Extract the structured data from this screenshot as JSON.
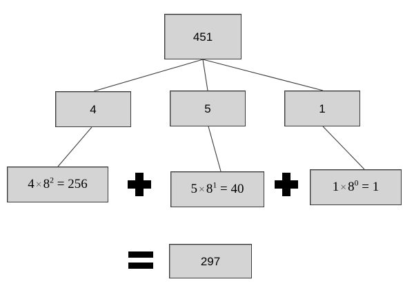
{
  "diagram": {
    "type": "tree",
    "topic": "octal-to-decimal-expansion",
    "root": {
      "value": "451"
    },
    "digits": [
      {
        "value": "4"
      },
      {
        "value": "5"
      },
      {
        "value": "1"
      }
    ],
    "terms": [
      {
        "coefficient": "4",
        "times": "×",
        "base": "8",
        "exponent": "2",
        "equals": "=",
        "product": "256"
      },
      {
        "coefficient": "5",
        "times": "×",
        "base": "8",
        "exponent": "1",
        "equals": "=",
        "product": "40"
      },
      {
        "coefficient": "1",
        "times": "×",
        "base": "8",
        "exponent": "0",
        "equals": "=",
        "product": "1"
      }
    ],
    "operators": {
      "plus": "+",
      "equals": "="
    },
    "result": {
      "value": "297"
    },
    "colors": {
      "node_fill": "#d4d4d4",
      "node_border": "#3a3a3a",
      "edge": "#3a3a3a",
      "operator": "#000000",
      "background": "#ffffff"
    }
  }
}
